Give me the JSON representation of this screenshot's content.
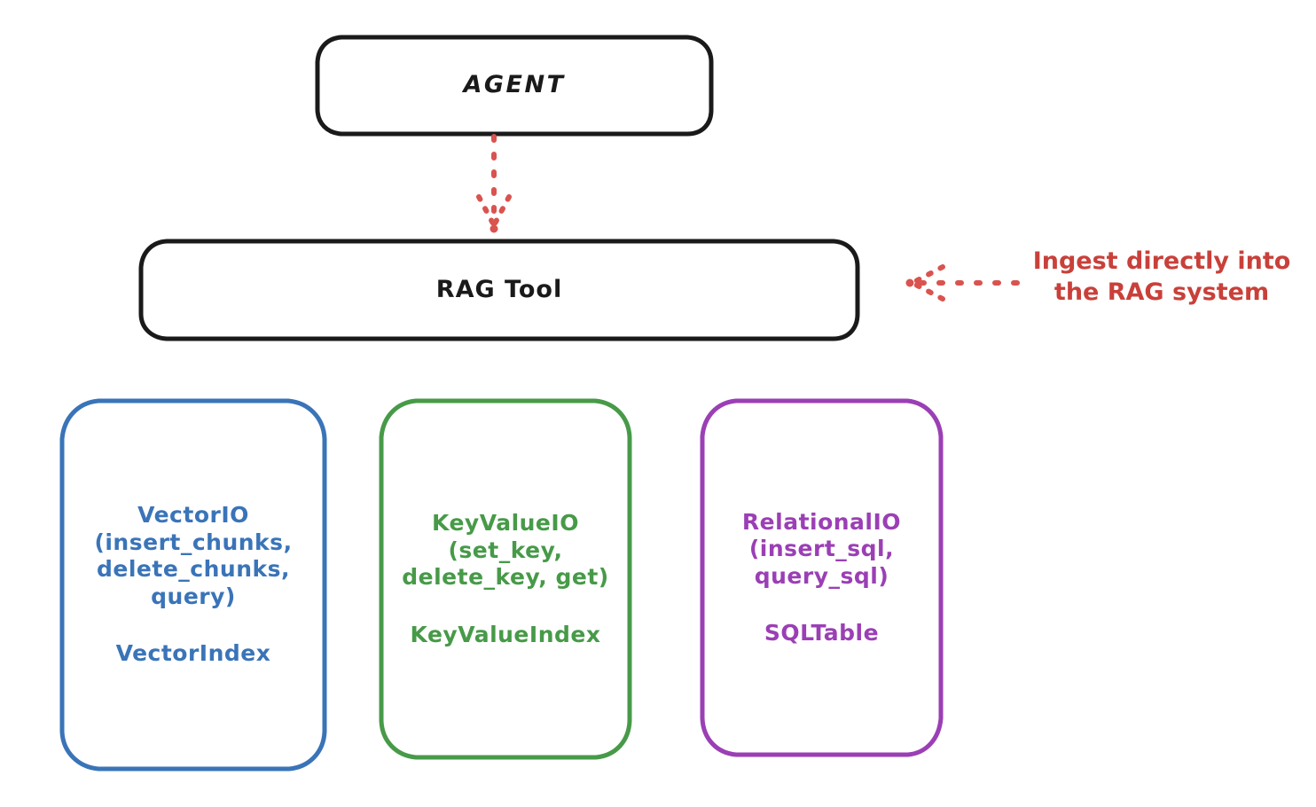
{
  "diagram": {
    "title_nodes": {
      "agent": {
        "label": "AGENT",
        "color": "#1a1a1a"
      },
      "rag_tool": {
        "label": "RAG Tool",
        "color": "#1a1a1a"
      }
    },
    "providers": [
      {
        "id": "vector",
        "color": "#3a74b8",
        "api": "VectorIO\n(insert_chunks,\ndelete_chunks,\nquery)",
        "index": "VectorIndex"
      },
      {
        "id": "keyvalue",
        "color": "#479a48",
        "api": "KeyValueIO\n(set_key,\ndelete_key, get)",
        "index": "KeyValueIndex"
      },
      {
        "id": "relational",
        "color": "#9b3fb5",
        "api": "RelationalIO\n(insert_sql,\nquery_sql)",
        "index": "SQLTable"
      }
    ],
    "annotation": {
      "text": "Ingest directly into\nthe RAG system",
      "color": "#c9403a"
    },
    "connectors": [
      {
        "id": "agent-to-rag-tool",
        "name": "dotted-arrow-down",
        "color": "#d9534f",
        "direction": "down"
      },
      {
        "id": "ingest-to-rag-tool",
        "name": "dotted-arrow-left",
        "color": "#d9534f",
        "direction": "left"
      }
    ]
  }
}
